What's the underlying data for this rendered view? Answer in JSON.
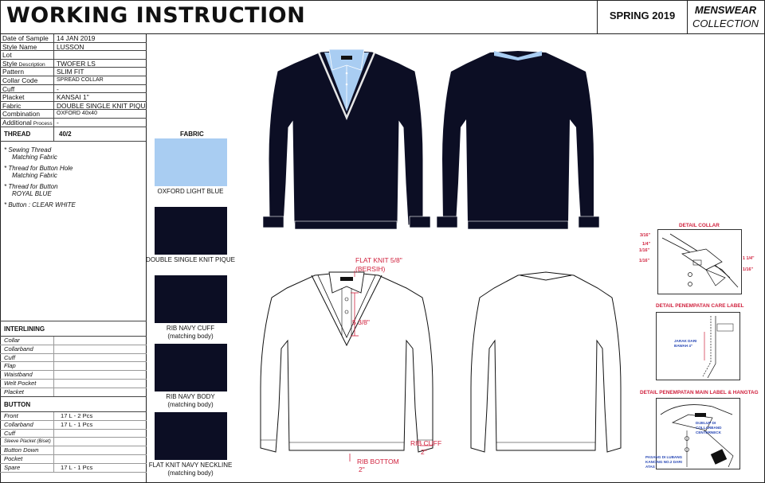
{
  "header": {
    "title": "WORKING INSTRUCTION",
    "season": "SPRING 2019",
    "collection_line1": "MENSWEAR",
    "collection_line2": "COLLECTION"
  },
  "spec": [
    {
      "key": "Date of Sample",
      "value": "14 JAN 2019"
    },
    {
      "key": "Style Name",
      "value": "LUSSON"
    },
    {
      "key": "Lot",
      "value": ""
    },
    {
      "key": "Style",
      "key_small": "Description",
      "value": "TWOFER LS"
    },
    {
      "key": "Pattern",
      "value": "SLIM FIT"
    },
    {
      "key": "Collar Code",
      "value": "SPREAD COLLAR"
    },
    {
      "key": "Cuff",
      "value": "-"
    },
    {
      "key": "Placket",
      "value": "KANSAI 1\""
    },
    {
      "key": "Fabric",
      "value": "DOUBLE SINGLE KNIT PIQUE"
    },
    {
      "key": "Combination",
      "value": "OXFORD 40x40"
    },
    {
      "key": "Additional",
      "key_small": "Process",
      "value": "-"
    }
  ],
  "thread": {
    "label": "THREAD",
    "value": "40/2"
  },
  "notes": [
    {
      "title": "* Sewing Thread",
      "sub": "Matching Fabric"
    },
    {
      "title": "* Thread for Button Hole",
      "sub": "Matching Fabric"
    },
    {
      "title": "* Thread for Button",
      "sub": "ROYAL BLUE"
    },
    {
      "title": "* Button : CLEAR WHITE",
      "sub": ""
    }
  ],
  "interlining": {
    "heading": "INTERLINING",
    "rows": [
      {
        "key": "Collar",
        "value": ""
      },
      {
        "key": "Collarband",
        "value": ""
      },
      {
        "key": "Cuff",
        "value": ""
      },
      {
        "key": "Flap",
        "value": ""
      },
      {
        "key": "Waistband",
        "value": ""
      },
      {
        "key": "Welt Pocket",
        "value": ""
      },
      {
        "key": "Placket",
        "value": ""
      }
    ]
  },
  "button": {
    "heading": "BUTTON",
    "rows": [
      {
        "key": "Front",
        "value": "17 L - 2 Pcs"
      },
      {
        "key": "Collarband",
        "value": "17 L - 1 Pcs"
      },
      {
        "key": "Cuff",
        "value": ""
      },
      {
        "key": "Sleeve Placket (Biset)",
        "value": ""
      },
      {
        "key": "Button Down",
        "value": ""
      },
      {
        "key": "Pocket",
        "value": ""
      },
      {
        "key": "Spare",
        "value": "17 L - 1 Pcs"
      }
    ]
  },
  "fabric": {
    "title": "FABRIC",
    "swatches": [
      {
        "label": "OXFORD LIGHT BLUE",
        "label2": "",
        "color": "#a9cdf2"
      },
      {
        "label": "DOUBLE SINGLE KNIT PIQUE",
        "label2": "",
        "color": "#0c0e24"
      },
      {
        "label": "RIB NAVY CUFF",
        "label2": "(matching body)",
        "color": "#0c0e24"
      },
      {
        "label": "RIB NAVY BODY",
        "label2": "(matching body)",
        "color": "#0c0e24"
      },
      {
        "label": "FLAT KNIT NAVY NECKLINE",
        "label2": "(matching body)",
        "color": "#0c0e24"
      }
    ]
  },
  "callouts": {
    "flat_knit_1": "FLAT KNIT 5/8\"",
    "flat_knit_2": "(BERSIH)",
    "placket_len": "5 3/8\"",
    "rib_cuff_1": "RIB CUFF",
    "rib_cuff_2": "2\"",
    "rib_bottom_1": "RIB BOTTOM",
    "rib_bottom_2": "2\""
  },
  "details": {
    "collar_title": "DETAIL COLLAR",
    "collar_m1": "3/16\"",
    "collar_m2": "1/4\"",
    "collar_m3": "1/16\"",
    "collar_m4": "1/16\"",
    "collar_m5": "1 1/4\"",
    "collar_m6": "1/16\"",
    "care_title": "DETAIL PENEMPATAN CARE LABEL",
    "care_note_1": "JARAK DARI",
    "care_note_2": "BAWAH 4\"",
    "main_title": "DETAIL PENEMPATAN MAIN LABEL & HANGTAG",
    "main_note_1": "DIJELUP DI",
    "main_note_2": "COLLARBAND",
    "main_note_3": "CENTERNECK",
    "main_note_4": "PASANG DI LUBANG",
    "main_note_5": "KANCING NO.2 DARI",
    "main_note_6": "ATAS"
  },
  "colors": {
    "navy": "#0c0e24",
    "light_blue": "#a9cdf2",
    "red_callout": "#d0213d"
  }
}
